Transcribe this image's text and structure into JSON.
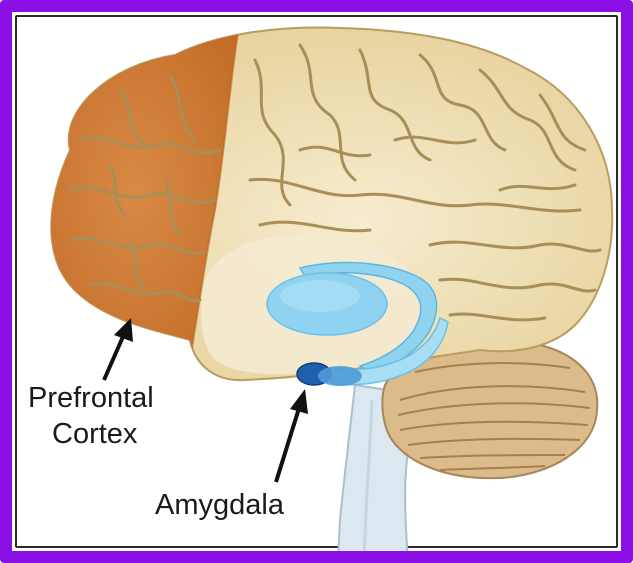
{
  "labels": {
    "prefrontal_line1": "Prefrontal",
    "prefrontal_line2": "Cortex",
    "amygdala": "Amygdala"
  },
  "colors": {
    "border": "#8a10e6",
    "brain": "#e9d7a3",
    "prefrontal": "#cf7a34",
    "limbic_light": "#8fd3f1",
    "amygdala": "#1f5fae",
    "cerebellum": "#dcb989",
    "brainstem": "#d9e7ef"
  }
}
